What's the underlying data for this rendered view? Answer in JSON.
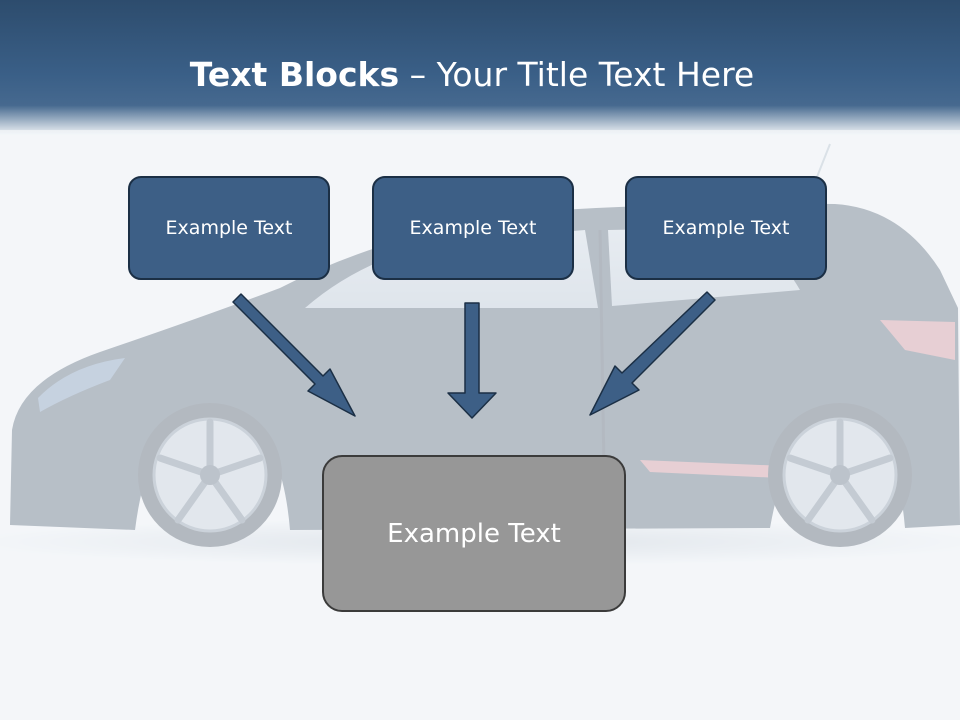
{
  "slide": {
    "title_bold": "Text Blocks",
    "title_rest": " – Your Title Text Here"
  },
  "boxes": [
    {
      "label": "Example Text"
    },
    {
      "label": "Example Text"
    },
    {
      "label": "Example Text"
    }
  ],
  "target_box": {
    "label": "Example Text"
  },
  "colors": {
    "header": "#3a5f87",
    "box_fill": "#3d5f86",
    "box_border": "#1b2f45",
    "arrow": "#3d5f86",
    "target_fill": "#979797",
    "target_border": "#3b3b3b"
  }
}
